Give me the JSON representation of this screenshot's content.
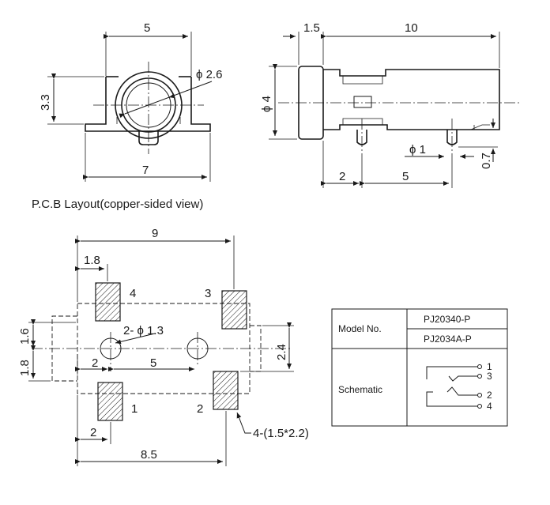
{
  "front_view": {
    "dim_width_top": "5",
    "dim_height": "3.3",
    "dim_diameter": "ϕ 2.6",
    "dim_width_bottom": "7"
  },
  "side_view": {
    "dim_flange": "1.5",
    "dim_length": "10",
    "dim_diameter": "ϕ 4",
    "dim_pin_diameter": "ϕ 1",
    "dim_pin_height": "0.7",
    "dim_pin_offset": "2",
    "dim_pin_spacing": "5"
  },
  "pcb_layout": {
    "caption": "P.C.B Layout(copper-sided view)",
    "dim_total_width": "9",
    "dim_pad_offset": "1.8",
    "dim_hole_dia": "2- ϕ 1.3",
    "dim_hole_offset": "2",
    "dim_hole_spacing": "5",
    "dim_left_1_6": "1.6",
    "dim_left_1_8": "1.8",
    "dim_right_2_4": "2.4",
    "dim_bottom_2": "2",
    "dim_bottom_8_5": "8.5",
    "pad_size_note": "4-(1.5*2.2)",
    "pad_labels": [
      "4",
      "3",
      "1",
      "2"
    ]
  },
  "spec_table": {
    "model_label": "Model No.",
    "model_1": "PJ20340-P",
    "model_2": "PJ2034A-P",
    "schematic_label": "Schematic",
    "pins": [
      "1",
      "3",
      "2",
      "4"
    ]
  }
}
